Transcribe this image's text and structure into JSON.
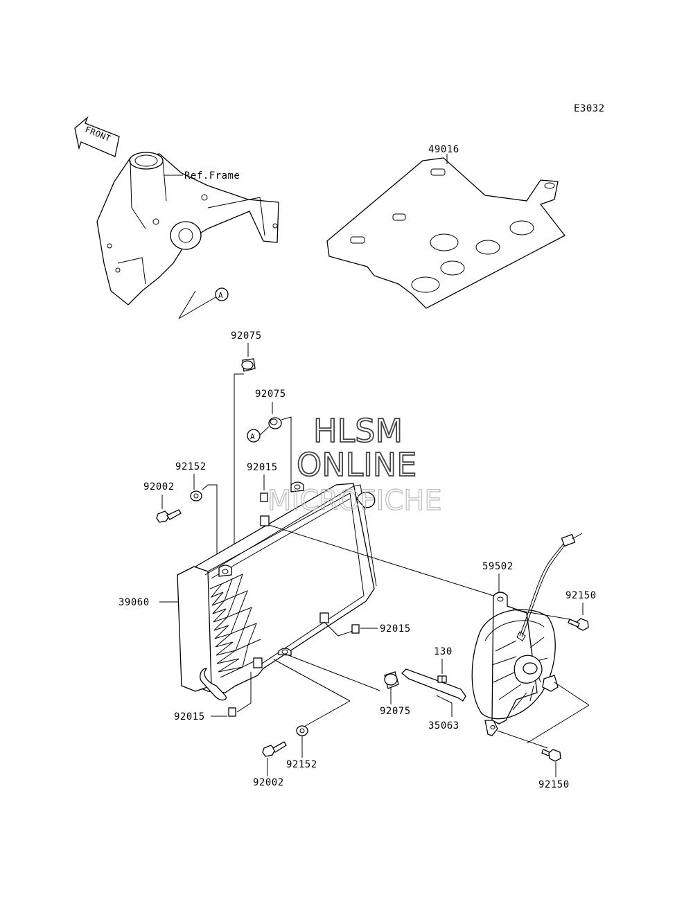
{
  "diagram": {
    "code": "E3032",
    "front_arrow": "FRONT",
    "ref_frame": "Ref.Frame",
    "ref_a_top": "A",
    "ref_a_mid": "A",
    "watermark": {
      "line1": "HLSM",
      "line2": "ONLINE",
      "line3": "MICROFICHE"
    },
    "parts": {
      "p49016": "49016",
      "p92075_a": "92075",
      "p92075_b": "92075",
      "p92075_c": "92075",
      "p92152_a": "92152",
      "p92152_b": "92152",
      "p92002_a": "92002",
      "p92002_b": "92002",
      "p92015_a": "92015",
      "p92015_b": "92015",
      "p92015_c": "92015",
      "p39060": "39060",
      "p59502": "59502",
      "p92150_a": "92150",
      "p92150_b": "92150",
      "p130": "130",
      "p35063": "35063"
    }
  }
}
